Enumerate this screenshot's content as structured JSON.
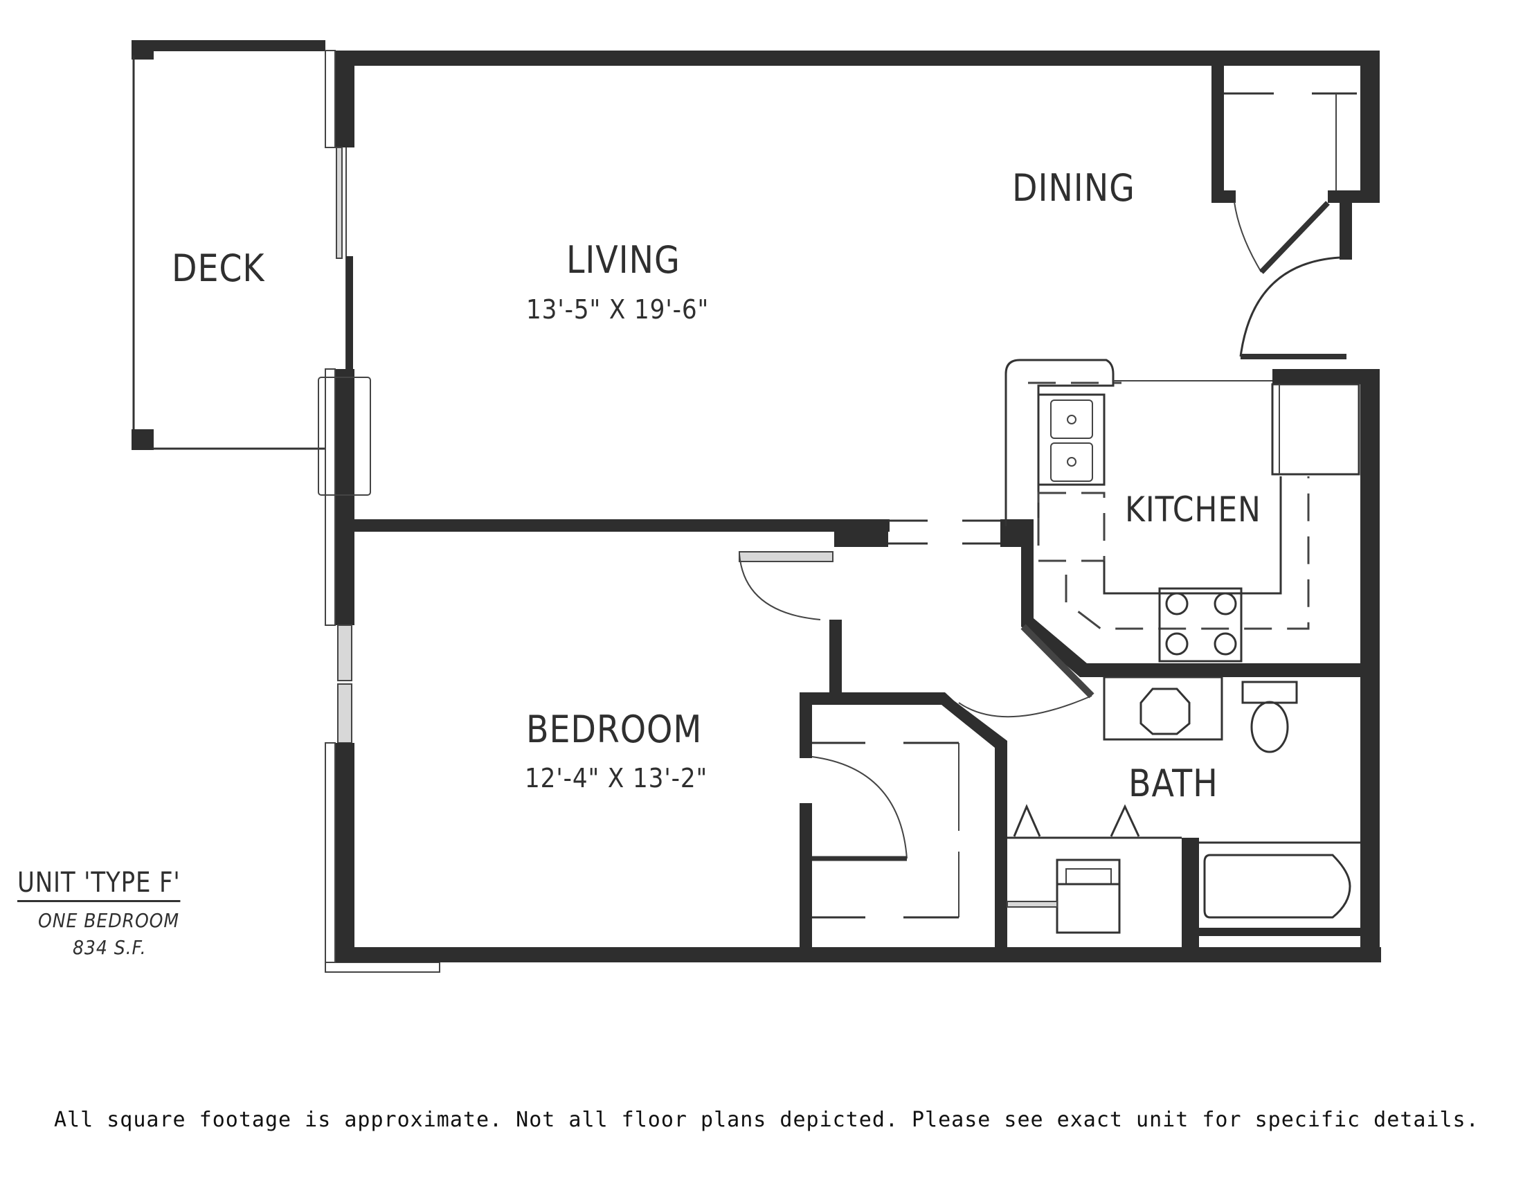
{
  "rooms": {
    "deck": {
      "name": "DECK"
    },
    "living": {
      "name": "LIVING",
      "dimensions": "13'-5\" X 19'-6\""
    },
    "dining": {
      "name": "DINING"
    },
    "kitchen": {
      "name": "KITCHEN"
    },
    "bedroom": {
      "name": "BEDROOM",
      "dimensions": "12'-4\" X 13'-2\""
    },
    "bath": {
      "name": "BATH"
    }
  },
  "unit": {
    "title": "UNIT 'TYPE F'",
    "type": "ONE BEDROOM",
    "area": "834 S.F."
  },
  "footer": {
    "disclaimer": "All square footage is approximate. Not all floor plans depicted. Please see exact unit for specific details."
  },
  "colors": {
    "wall": "#2e2e2e",
    "background": "#ffffff",
    "line": "#333333"
  }
}
